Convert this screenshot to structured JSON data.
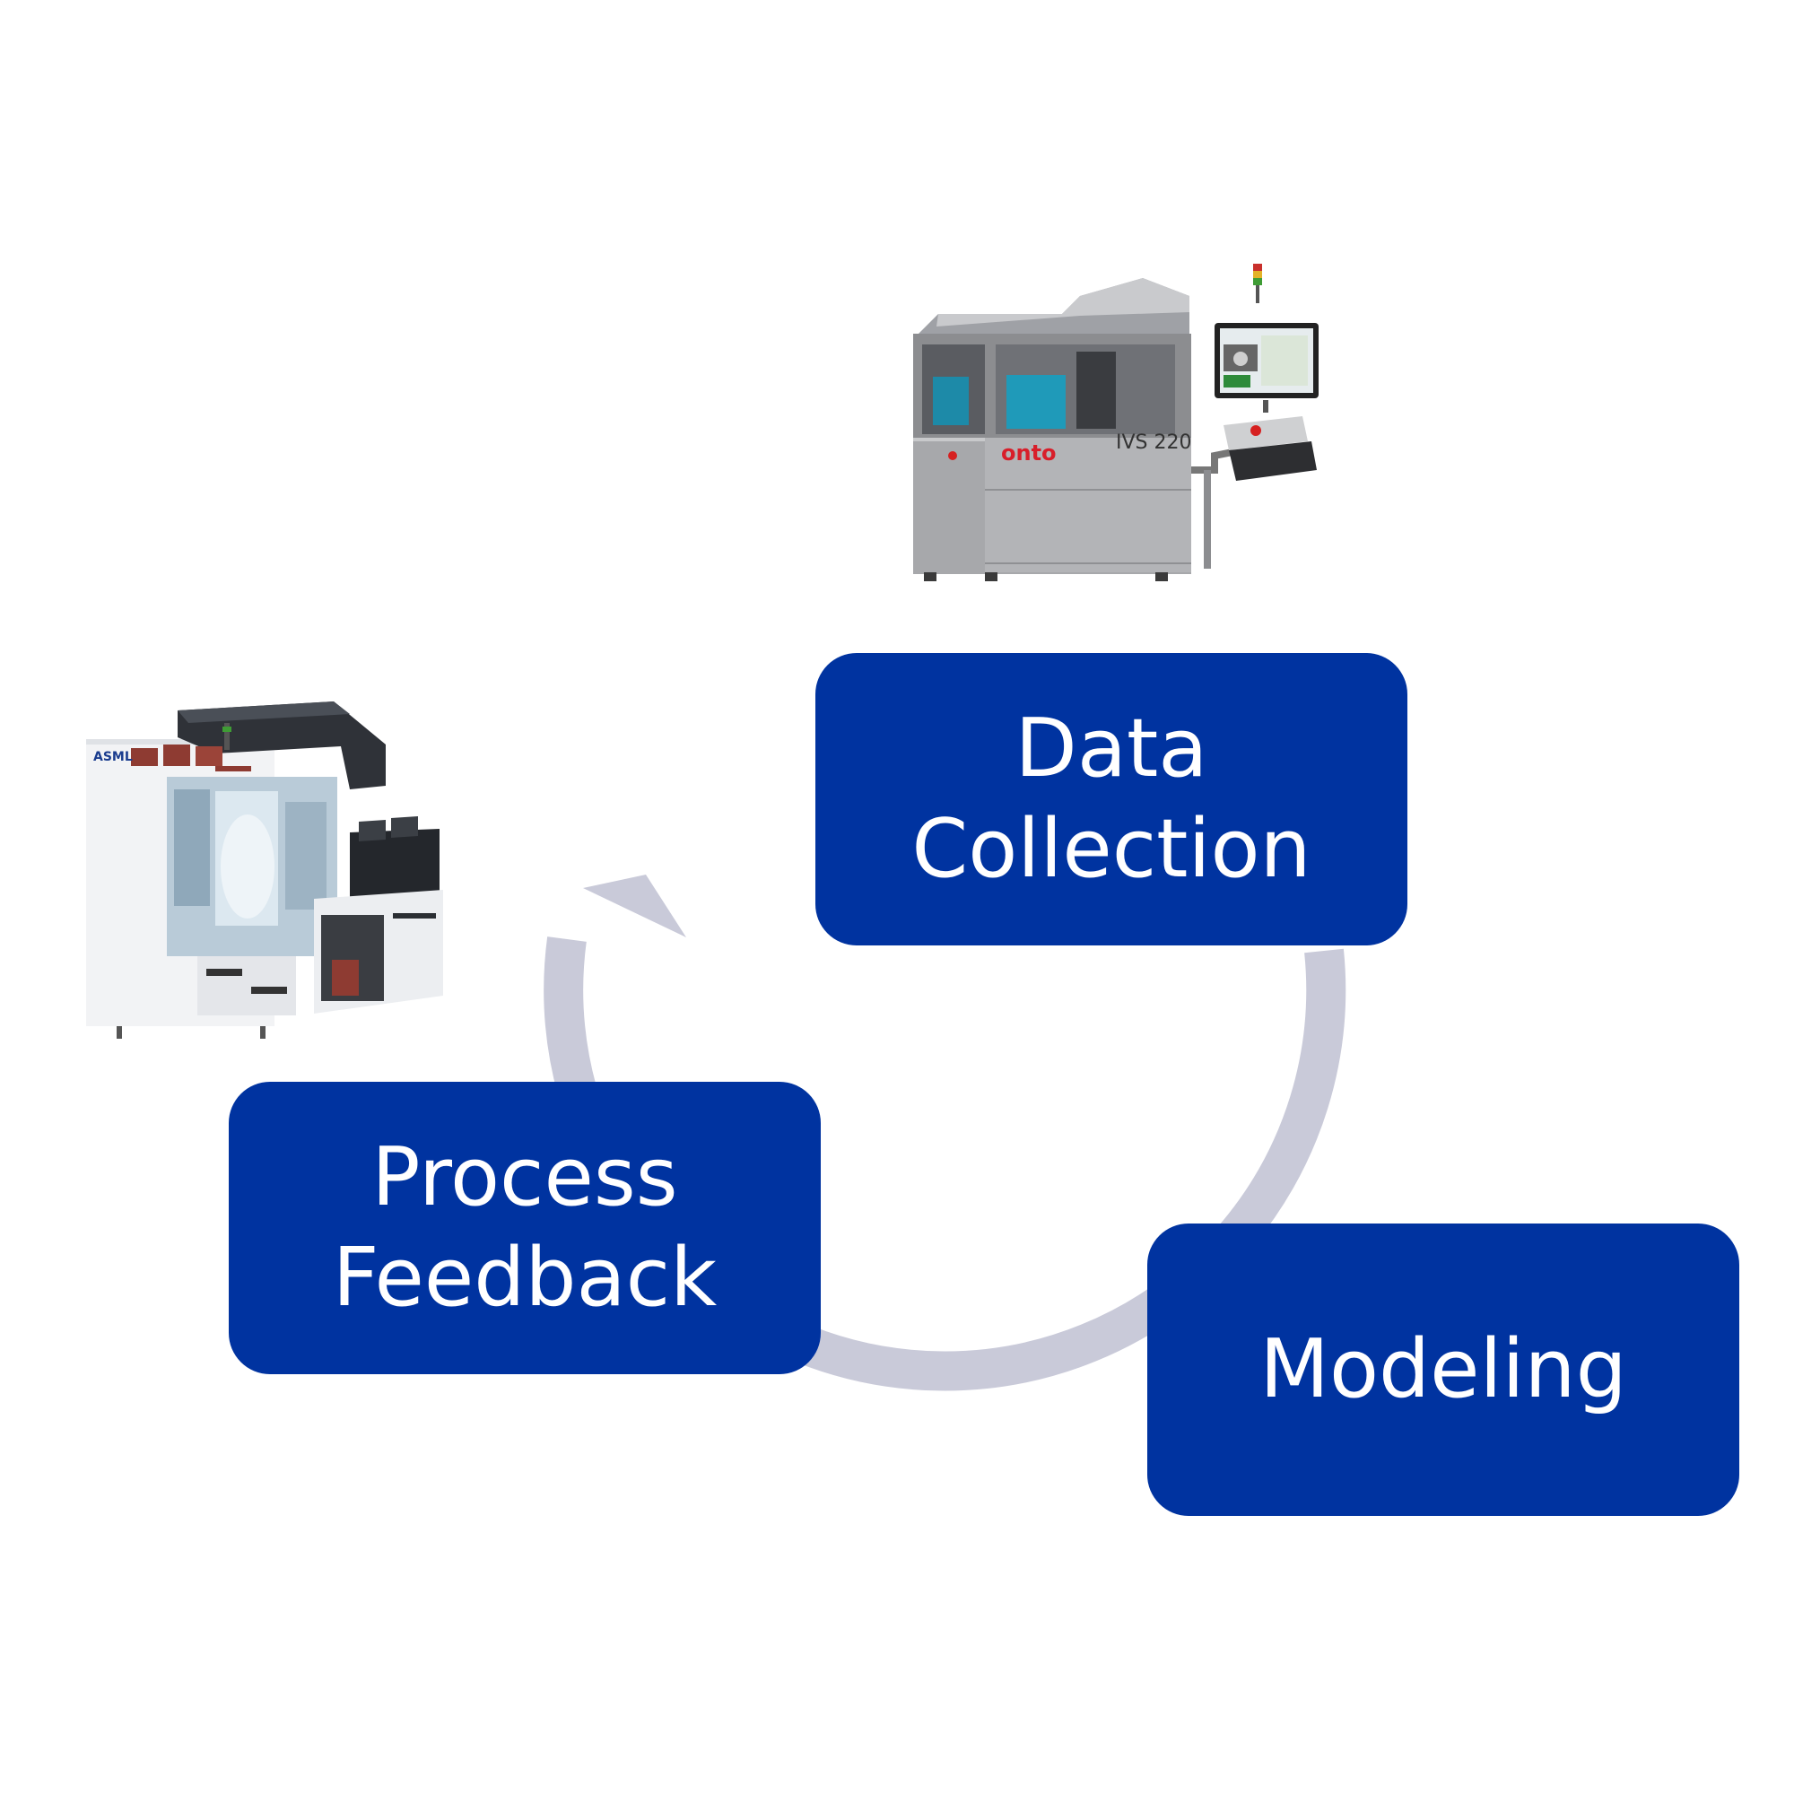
{
  "colors": {
    "box_fill": "#0033a0",
    "box_text": "#ffffff",
    "cycle_arrow": "#c9cad9",
    "background": "#ffffff"
  },
  "steps": [
    {
      "id": "data",
      "lines": [
        "Data",
        "Collection"
      ]
    },
    {
      "id": "model",
      "lines": [
        "Modeling"
      ]
    },
    {
      "id": "feed",
      "lines": [
        "Process",
        "Feedback"
      ]
    }
  ],
  "machines": {
    "onto": {
      "icon": "metrology-tool-icon",
      "brand": "onto",
      "model": "IVS 220"
    },
    "asml": {
      "icon": "lithography-scanner-icon",
      "brand": "ASML"
    }
  }
}
